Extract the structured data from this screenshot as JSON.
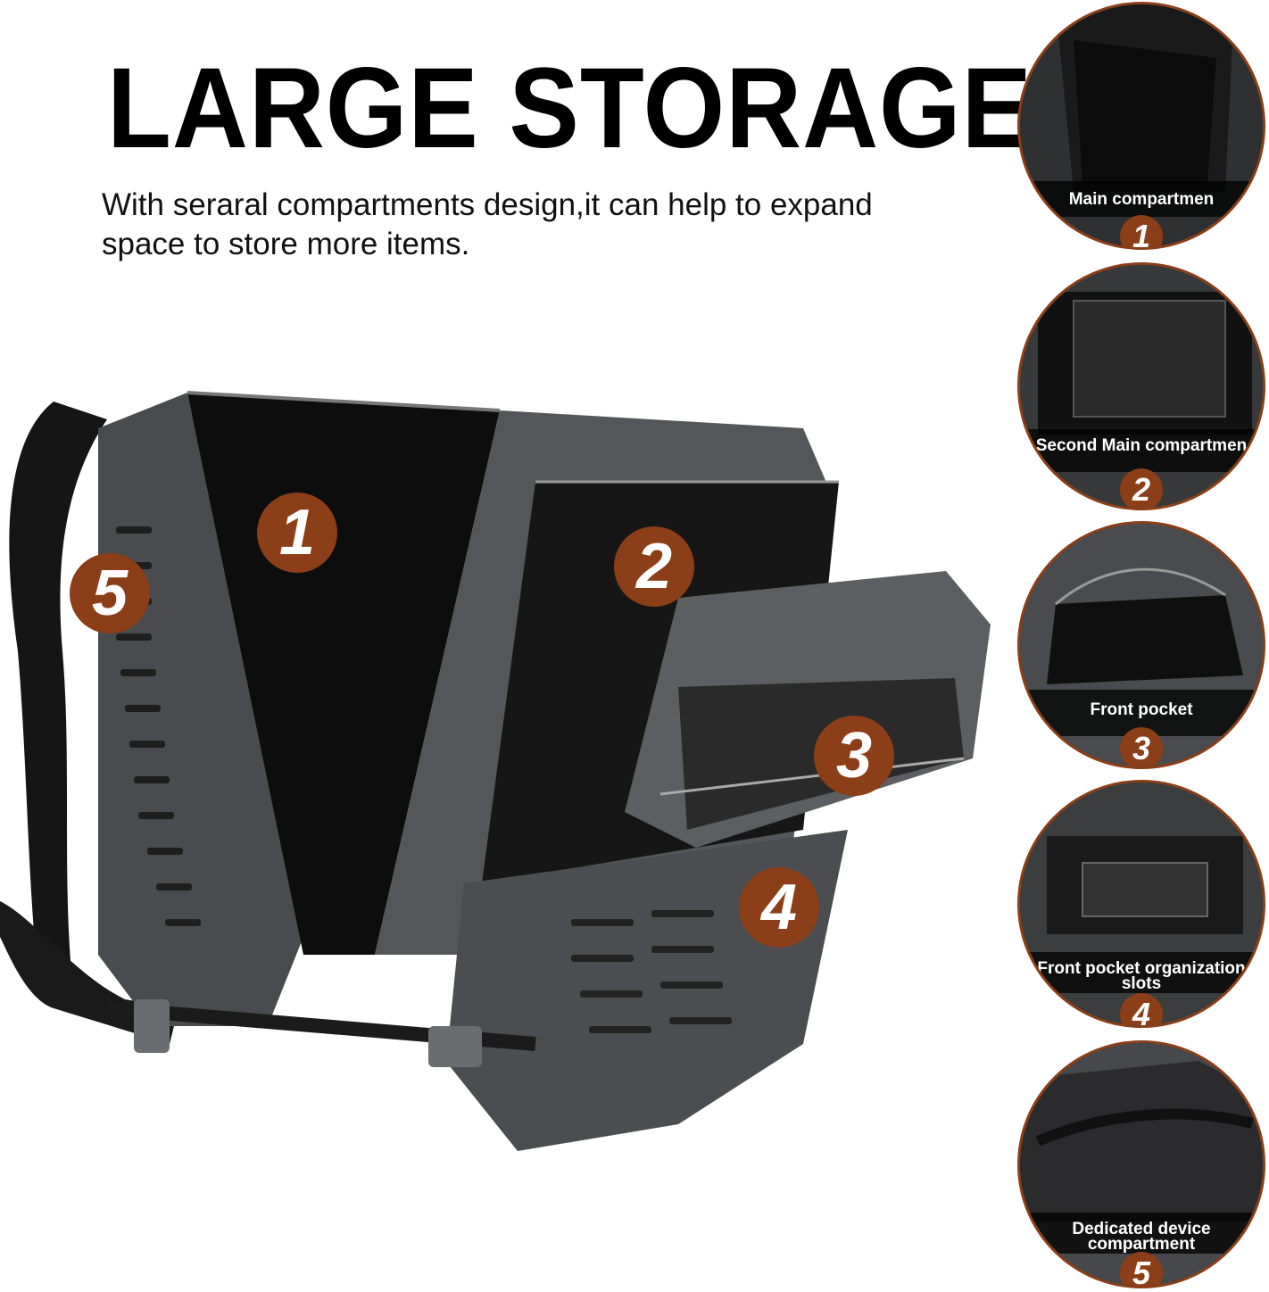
{
  "headline": "LARGE STORAGE",
  "subtitle": "With seraral compartments design,it can help to expand space to store more items.",
  "badges": [
    "1",
    "2",
    "3",
    "4",
    "5"
  ],
  "details": [
    {
      "number": "1",
      "label": "Main compartmen"
    },
    {
      "number": "2",
      "label": "Second Main compartmen"
    },
    {
      "number": "3",
      "label": "Front pocket"
    },
    {
      "number": "4",
      "label": "Front pocket organization slots"
    },
    {
      "number": "5",
      "label": "Dedicated device compartment"
    }
  ],
  "colors": {
    "badge": "#8b3e17",
    "bag": "#3d3e40",
    "background": "#ffffff"
  }
}
